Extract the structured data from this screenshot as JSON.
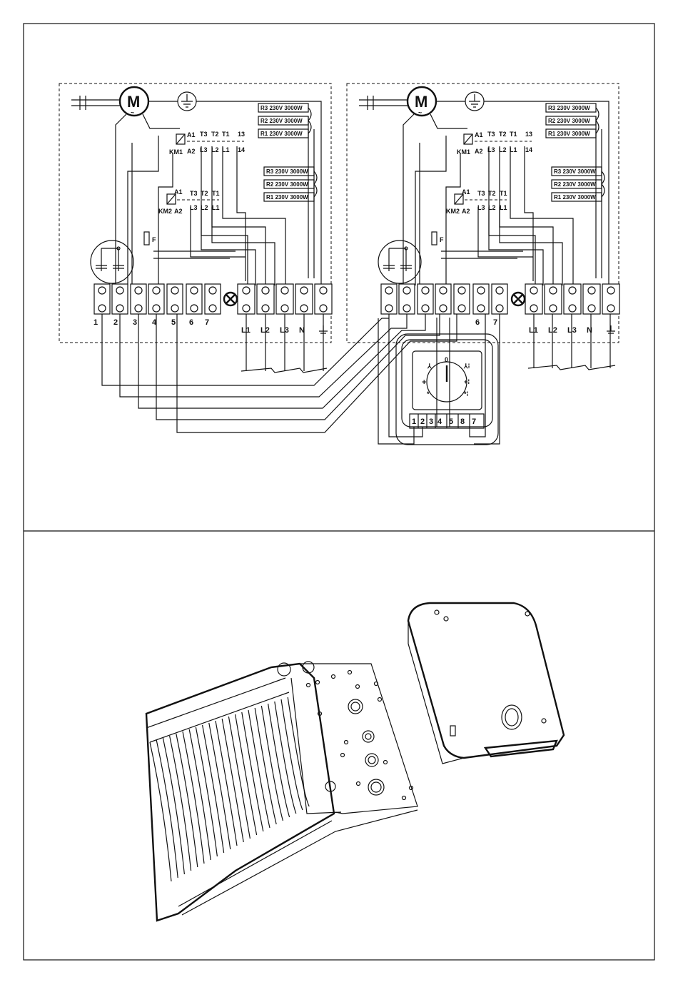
{
  "left_panel": {
    "motor": "M",
    "contactor1": "KM1",
    "contactor2": "KM2",
    "coil_top": "A1",
    "coil_bottom": "A2",
    "contacts_top": [
      "T3",
      "T2",
      "T1",
      "13"
    ],
    "contacts_bottom": [
      "L3",
      "L2",
      "L1",
      "14"
    ],
    "heater_group1": [
      "R3 230V 3000W",
      "R2 230V 3000W",
      "R1 230V 3000W"
    ],
    "heater_group2": [
      "R3 230V 3000W",
      "R2 230V 3000W",
      "R1 230V 3000W"
    ],
    "fuse": "F",
    "terminal_labels": [
      "1",
      "2",
      "3",
      "4",
      "5",
      "6",
      "7"
    ],
    "power_labels": [
      "L1",
      "L2",
      "L3",
      "N"
    ]
  },
  "right_panel": {
    "motor": "M",
    "contactor1": "KM1",
    "contactor2": "KM2",
    "coil_top": "A1",
    "coil_bottom": "A2",
    "contacts_top": [
      "T3",
      "T2",
      "T1",
      "13"
    ],
    "contacts_bottom": [
      "L3",
      "L2",
      "L1",
      "14"
    ],
    "heater_group1": [
      "R3 230V 3000W",
      "R2 230V 3000W",
      "R1 230V 3000W"
    ],
    "heater_group2": [
      "R3 230V 3000W",
      "R2 230V 3000W",
      "R1 230V 3000W"
    ],
    "fuse": "F",
    "terminal_labels": [
      "6",
      "7"
    ],
    "power_labels": [
      "L1",
      "L2",
      "L3",
      "N"
    ]
  },
  "controller": {
    "terminals": [
      "1",
      "2",
      "3",
      "4",
      "5",
      "8",
      "7"
    ],
    "dial_off": "0",
    "dial_plus": "+"
  }
}
